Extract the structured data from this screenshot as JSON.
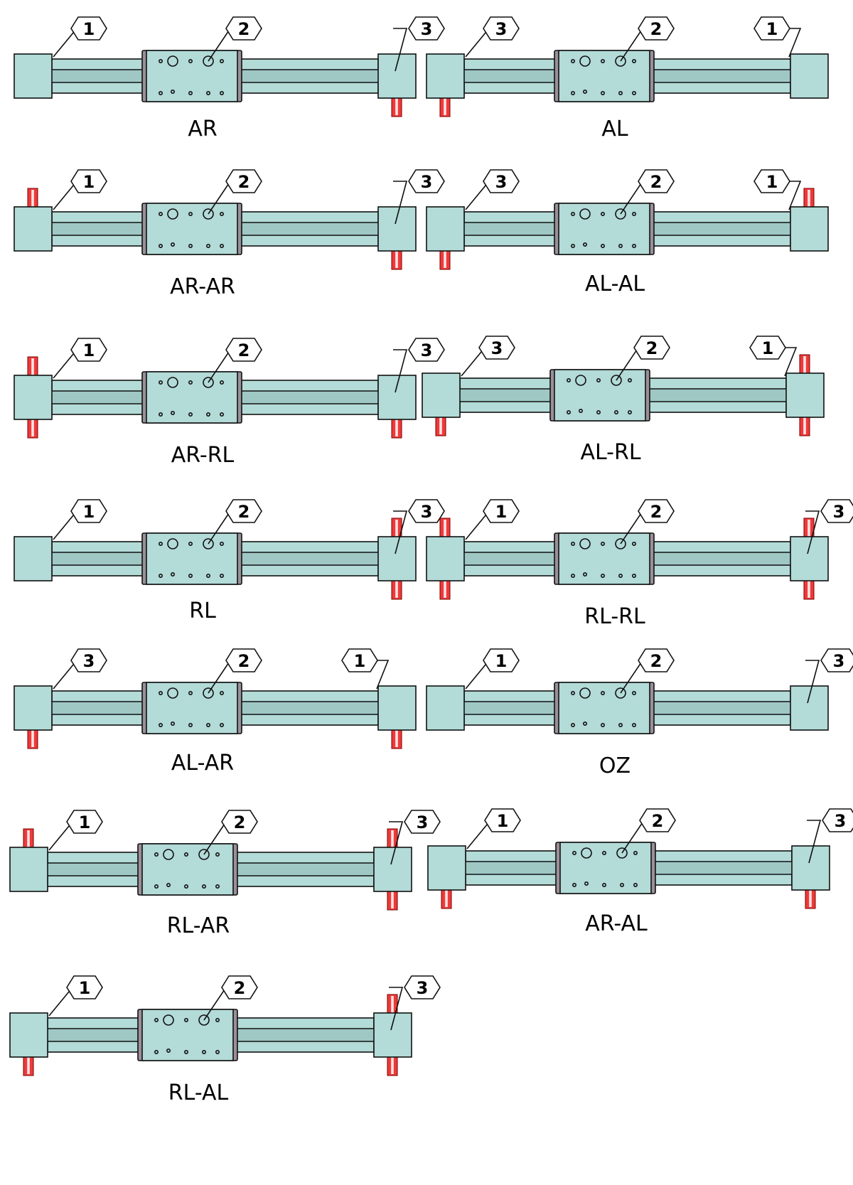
{
  "colors": {
    "body": "#b3dbd8",
    "rail": "#9fc8c5",
    "outline": "#111111",
    "shaft": "#ee3a3a",
    "shaft_hi": "#ffe3e3",
    "seal": "#9b8f99",
    "background": "#ffffff"
  },
  "markers": {
    "m1": "1",
    "m2": "2",
    "m3": "3"
  },
  "variants": [
    {
      "caption": "AR",
      "shaft_left": "none",
      "shaft_right": "bottom",
      "left_marker": "m1",
      "right_marker": "m3"
    },
    {
      "caption": "AL",
      "shaft_left": "bottom",
      "shaft_right": "none",
      "left_marker": "m3",
      "right_marker": "m1"
    },
    {
      "caption": "AR-AR",
      "shaft_left": "top",
      "shaft_right": "bottom",
      "left_marker": "m1",
      "right_marker": "m3"
    },
    {
      "caption": "AL-AL",
      "shaft_left": "bottom",
      "shaft_right": "top",
      "left_marker": "m3",
      "right_marker": "m1"
    },
    {
      "caption": "AR-RL",
      "shaft_left": "both",
      "shaft_right": "bottom",
      "left_marker": "m1",
      "right_marker": "m3"
    },
    {
      "caption": "AL-RL",
      "shaft_left": "bottom",
      "shaft_right": "both",
      "left_marker": "m3",
      "right_marker": "m1"
    },
    {
      "caption": "RL",
      "shaft_left": "none",
      "shaft_right": "both",
      "left_marker": "m1",
      "right_marker": "m3"
    },
    {
      "caption": "RL-RL",
      "shaft_left": "both",
      "shaft_right": "both",
      "left_marker": "m1",
      "right_marker": "m3"
    },
    {
      "caption": "AL-AR",
      "shaft_left": "bottom",
      "shaft_right": "bottom",
      "left_marker": "m3",
      "right_marker": "m1"
    },
    {
      "caption": "OZ",
      "shaft_left": "none",
      "shaft_right": "none",
      "left_marker": "m1",
      "right_marker": "m3"
    },
    {
      "caption": "RL-AR",
      "shaft_left": "top",
      "shaft_right": "both",
      "left_marker": "m1",
      "right_marker": "m3"
    },
    {
      "caption": "AR-AL",
      "shaft_left": "bottom",
      "shaft_right": "bottom",
      "left_marker": "m1",
      "right_marker": "m3"
    },
    {
      "caption": "RL-AL",
      "shaft_left": "bottom",
      "shaft_right": "both",
      "left_marker": "m1",
      "right_marker": "m3"
    }
  ]
}
